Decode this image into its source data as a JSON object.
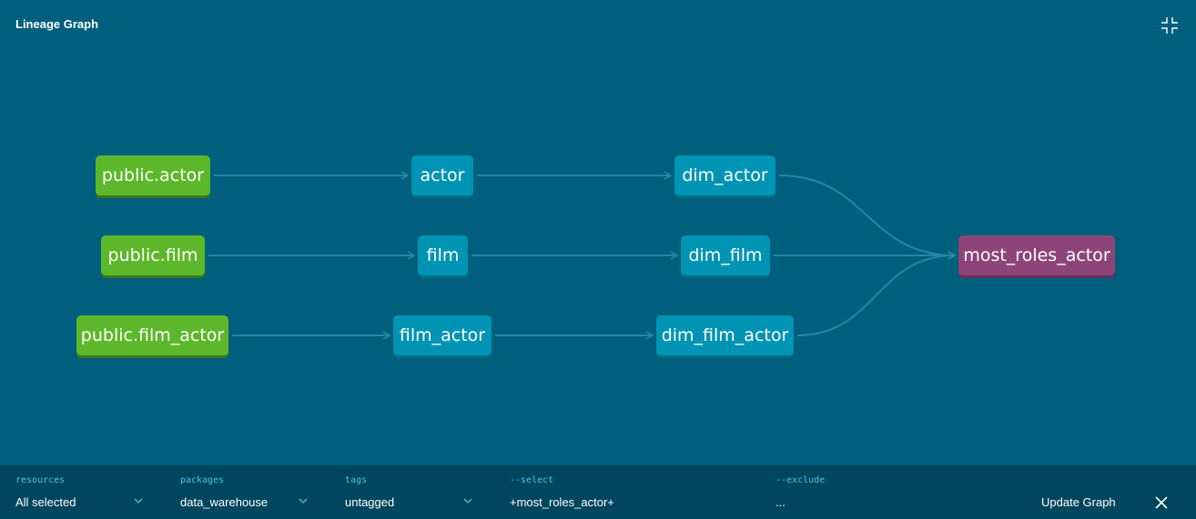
{
  "header": {
    "title": "Lineage Graph",
    "collapse_icon": "collapse-icon"
  },
  "graph": {
    "nodes": [
      {
        "id": "public.actor",
        "label": "public.actor",
        "kind": "source"
      },
      {
        "id": "actor",
        "label": "actor",
        "kind": "model"
      },
      {
        "id": "dim_actor",
        "label": "dim_actor",
        "kind": "model"
      },
      {
        "id": "public.film",
        "label": "public.film",
        "kind": "source"
      },
      {
        "id": "film",
        "label": "film",
        "kind": "model"
      },
      {
        "id": "dim_film",
        "label": "dim_film",
        "kind": "model"
      },
      {
        "id": "public.film_actor",
        "label": "public.film_actor",
        "kind": "source"
      },
      {
        "id": "film_actor",
        "label": "film_actor",
        "kind": "model"
      },
      {
        "id": "dim_film_actor",
        "label": "dim_film_actor",
        "kind": "model"
      },
      {
        "id": "most_roles_actor",
        "label": "most_roles_actor",
        "kind": "target"
      }
    ],
    "edges": [
      [
        "public.actor",
        "actor"
      ],
      [
        "actor",
        "dim_actor"
      ],
      [
        "public.film",
        "film"
      ],
      [
        "film",
        "dim_film"
      ],
      [
        "public.film_actor",
        "film_actor"
      ],
      [
        "film_actor",
        "dim_film_actor"
      ],
      [
        "dim_actor",
        "most_roles_actor"
      ],
      [
        "dim_film",
        "most_roles_actor"
      ],
      [
        "dim_film_actor",
        "most_roles_actor"
      ]
    ],
    "colors": {
      "background": "#005f7c",
      "source": "#5cb82a",
      "model": "#0094b4",
      "target": "#8d4579",
      "edge": "#1f8aa6"
    }
  },
  "filters": {
    "resources": {
      "label": "resources",
      "value": "All selected"
    },
    "packages": {
      "label": "packages",
      "value": "data_warehouse"
    },
    "tags": {
      "label": "tags",
      "value": "untagged"
    },
    "select": {
      "label": "--select",
      "value": "+most_roles_actor+"
    },
    "exclude": {
      "label": "--exclude",
      "value": "..."
    }
  },
  "actions": {
    "update_label": "Update Graph",
    "close_icon": "close-icon"
  }
}
